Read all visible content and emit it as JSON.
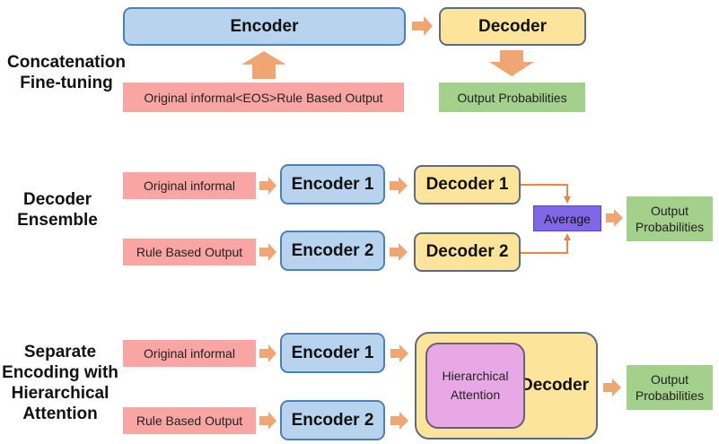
{
  "colors": {
    "encoder": "#b7d3ee",
    "decoder": "#fde49b",
    "input": "#f8a5a3",
    "output": "#a3d08b",
    "average": "#7f67e6",
    "hierarchical": "#e8a8e5",
    "arrow": "#f0a673"
  },
  "concat": {
    "title_line1": "Concatenation",
    "title_line2": "Fine-tuning",
    "encoder": "Encoder",
    "decoder": "Decoder",
    "input": "Original informal<EOS>Rule Based Output",
    "output": "Output Probabilities"
  },
  "ensemble": {
    "title_line1": "Decoder",
    "title_line2": "Ensemble",
    "input1": "Original informal",
    "input2": "Rule Based Output",
    "encoder1": "Encoder 1",
    "encoder2": "Encoder 2",
    "decoder1": "Decoder 1",
    "decoder2": "Decoder 2",
    "average": "Average",
    "output_line1": "Output",
    "output_line2": "Probabilities"
  },
  "hierarchical": {
    "title_line1": "Separate",
    "title_line2": "Encoding with",
    "title_line3": "Hierarchical",
    "title_line4": "Attention",
    "input1": "Original informal",
    "input2": "Rule Based Output",
    "encoder1": "Encoder 1",
    "encoder2": "Encoder 2",
    "attention_line1": "Hierarchical",
    "attention_line2": "Attention",
    "decoder": "Decoder",
    "output_line1": "Output",
    "output_line2": "Probabilities"
  }
}
